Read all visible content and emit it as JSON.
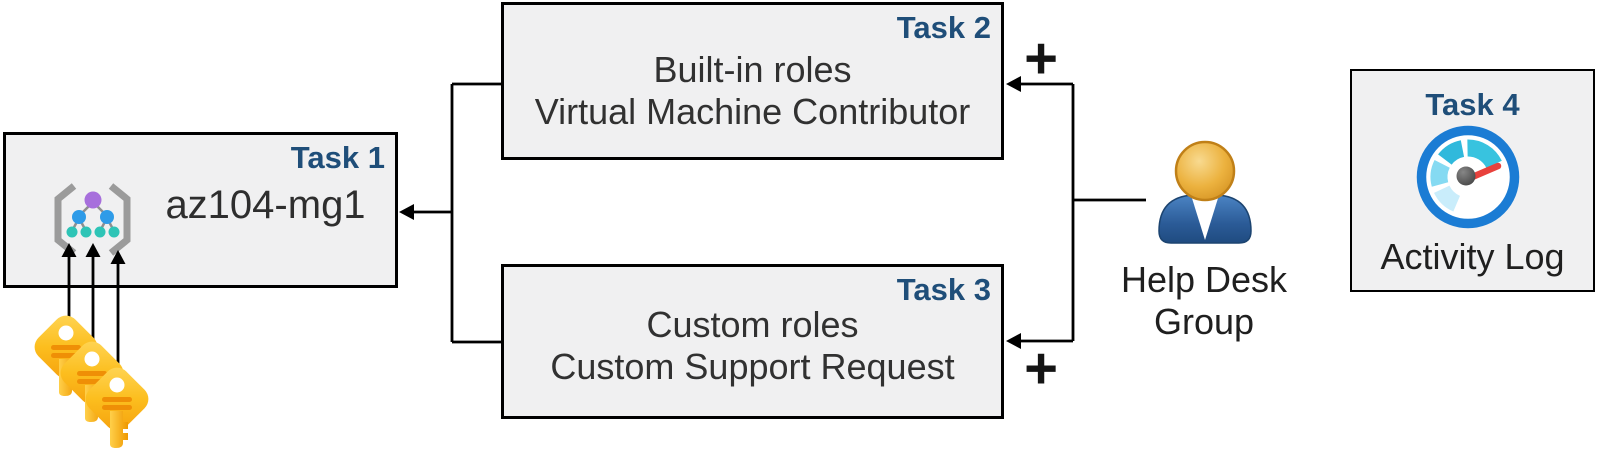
{
  "diagram": {
    "task1": {
      "label": "Task 1",
      "title": "az104-mg1",
      "icon": "management-group-icon"
    },
    "task2": {
      "label": "Task 2",
      "lines": [
        "Built-in roles",
        "Virtual Machine Contributor"
      ]
    },
    "task3": {
      "label": "Task 3",
      "lines": [
        "Custom roles",
        "Custom Support Request"
      ]
    },
    "task4": {
      "label": "Task 4",
      "caption": "Activity Log",
      "icon": "activity-log-gauge-icon"
    },
    "help_desk_group": {
      "lines": [
        "Help Desk",
        "Group"
      ],
      "icon": "user-icon"
    },
    "keys": {
      "icon": "key-icon",
      "count": 3
    },
    "plus_top": "+",
    "plus_bottom": "+",
    "colors": {
      "task_label": "#1f4e79",
      "box_fill": "#f0f0f1",
      "box_border": "#000000",
      "body_text": "#313131",
      "connector": "#000000",
      "key_gold": "#FBB416",
      "key_stripe": "#EF8F06",
      "user_head_gold": "#ECB23F",
      "user_body_blue": "#2B5B97",
      "gauge_ring_blue": "#1B7CD4",
      "gauge_teal": "#38C3DF",
      "gauge_pale": "#C9EDFB",
      "needle_red": "#E8413C",
      "mg_purple": "#A76FDC",
      "mg_blue": "#2E9BE8",
      "mg_teal": "#2EC4B6",
      "mg_bracket": "#9B9B9B"
    }
  }
}
